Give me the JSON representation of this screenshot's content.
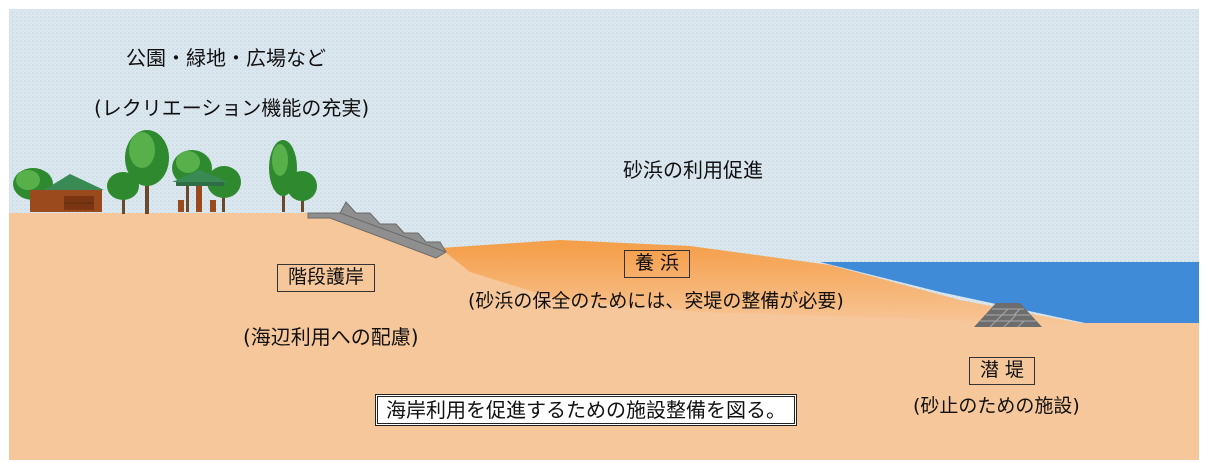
{
  "labels": {
    "park_title": "公園・緑地・広場など",
    "park_sub": "(レクリエーション機能の充実)",
    "beach_use": "砂浜の利用促進",
    "stair_revetment": "階段護岸",
    "stair_sub": "(海辺利用への配慮)",
    "nourishment": "養 浜",
    "nourishment_sub": "(砂浜の保全のためには、突堤の整備が必要)",
    "breakwater": "潜 堤",
    "breakwater_sub": "(砂止のための施設)",
    "summary": "海岸利用を促進するための施設整備を図る。"
  },
  "colors": {
    "sky": "#dce8ef",
    "sky_dot": "#c6d6e2",
    "land": "#f6c79b",
    "beach_top": "#f5a04f",
    "beach_bottom": "#f6c79b",
    "sea": "#3f8bd8",
    "tree_dark": "#2f8a2f",
    "tree_light": "#57b04a",
    "house_wall": "#9b4a1e",
    "house_roof": "#3a8a55",
    "stair": "#8c8c8c",
    "rocks": "#777777"
  },
  "icons": [
    "tree-icon",
    "house-icon",
    "pavilion-icon",
    "stairs-icon",
    "rock-pile-icon"
  ]
}
